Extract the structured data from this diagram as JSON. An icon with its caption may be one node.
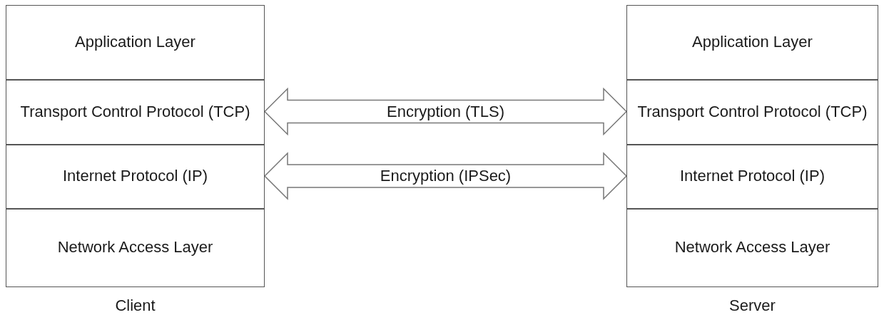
{
  "diagram": {
    "nodes": [
      {
        "text": [
          "Client"
        ]
      },
      {
        "text": [
          "Application Layer"
        ],
        "in": 0
      },
      {
        "text": [
          "Transport Control Protocol (TCP)"
        ],
        "in": 0
      },
      {
        "text": [
          "Internet Protocol (IP)"
        ],
        "in": 0
      },
      {
        "text": [
          "Network Access Layer"
        ],
        "in": 0
      },
      {
        "text": [
          "Server"
        ]
      },
      {
        "text": [
          "Application Layer"
        ],
        "in": 5
      },
      {
        "text": [
          "Transport Control Protocol (TCP)"
        ],
        "in": 5
      },
      {
        "text": [
          "Internet Protocol (IP)"
        ],
        "in": 5
      },
      {
        "text": [
          "Network Access Layer"
        ],
        "in": 5
      }
    ],
    "edges": [
      {
        "from": 2,
        "to": 7,
        "arrow": "both",
        "label": "Encryption (TLS)"
      },
      {
        "from": 3,
        "to": 8,
        "arrow": "both",
        "label": "Encryption (IPSec)"
      }
    ]
  }
}
